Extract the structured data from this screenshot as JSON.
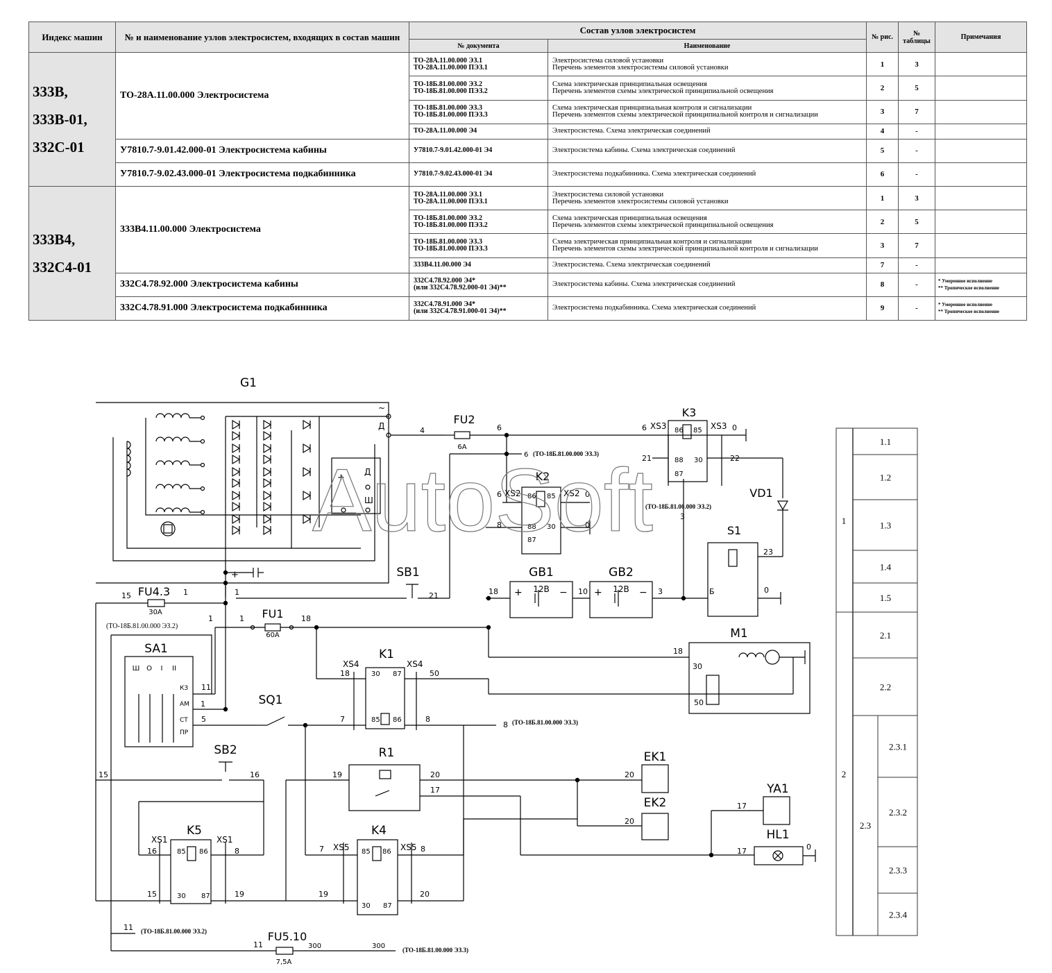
{
  "table": {
    "headers": {
      "index": "Индекс машин",
      "unit": "№ и наименование узлов электросистем, входящих в состав машин",
      "composition": "Состав узлов электросистем",
      "doc_no": "№ документа",
      "name": "Наименование",
      "fig_no": "№ рис.",
      "table_no": "№ таблицы",
      "notes": "Примечания"
    },
    "groups": [
      {
        "index": "333В, 333В-01, 332С-01",
        "units": [
          {
            "name": "ТО-28А.11.00.000 Электросистема",
            "rows": [
              {
                "doc": "ТО-28А.11.00.000 ЭЗ.1\nТО-28А.11.00.000 ПЭЗ.1",
                "name": "Электросистема силовой установки\nПеречень элементов электросистемы силовой установки",
                "fig": "1",
                "tab": "3",
                "note": ""
              },
              {
                "doc": "ТО-18Б.81.00.000 ЭЗ.2\nТО-18Б.81.00.000 ПЭЗ.2",
                "name": "Схема электрическая принципиальная освещения\nПеречень элементов схемы электрической принципиальной освещения",
                "fig": "2",
                "tab": "5",
                "note": ""
              },
              {
                "doc": "ТО-18Б.81.00.000 ЭЗ.3\nТО-18Б.81.00.000 ПЭЗ.3",
                "name": "Схема электрическая принципиальная контроля и сигнализации\nПеречень элементов схемы электрической принципиальной контроля и сигнализации",
                "fig": "3",
                "tab": "7",
                "note": ""
              },
              {
                "doc": "ТО-28А.11.00.000 Э4",
                "name": "Электросистема. Схема электрическая соединений",
                "fig": "4",
                "tab": "-",
                "note": ""
              }
            ]
          },
          {
            "name": "У7810.7-9.01.42.000-01 Электросистема кабины",
            "rows": [
              {
                "doc": "У7810.7-9.01.42.000-01 Э4",
                "name": "Электросистема кабины. Схема электрическая соединений",
                "fig": "5",
                "tab": "-",
                "note": ""
              }
            ]
          },
          {
            "name": "У7810.7-9.02.43.000-01 Электросистема подкабинника",
            "rows": [
              {
                "doc": "У7810.7-9.02.43.000-01 Э4",
                "name": "Электросистема подкабинника. Схема электрическая соединений",
                "fig": "6",
                "tab": "-",
                "note": ""
              }
            ]
          }
        ]
      },
      {
        "index": "333В4, 332С4-01",
        "units": [
          {
            "name": "333В4.11.00.000 Электросистема",
            "rows": [
              {
                "doc": "ТО-28А.11.00.000 ЭЗ.1\nТО-28А.11.00.000 ПЭЗ.1",
                "name": "Электросистема силовой установки\nПеречень элементов электросистемы силовой установки",
                "fig": "1",
                "tab": "3",
                "note": ""
              },
              {
                "doc": "ТО-18Б.81.00.000 ЭЗ.2\nТО-18Б.81.00.000 ПЭЗ.2",
                "name": "Схема электрическая принципиальная освещения\nПеречень элементов схемы электрической принципиальной освещения",
                "fig": "2",
                "tab": "5",
                "note": ""
              },
              {
                "doc": "ТО-18Б.81.00.000 ЭЗ.3\nТО-18Б.81.00.000 ПЭЗ.3",
                "name": "Схема электрическая принципиальная контроля и сигнализации\nПеречень элементов схемы электрической принципиальной контроля и сигнализации",
                "fig": "3",
                "tab": "7",
                "note": ""
              },
              {
                "doc": "333В4.11.00.000 Э4",
                "name": "Электросистема. Схема электрическая соединений",
                "fig": "7",
                "tab": "-",
                "note": ""
              }
            ]
          },
          {
            "name": "332С4.78.92.000 Электросистема кабины",
            "rows": [
              {
                "doc": "332С4.78.92.000 Э4*\n(или 332С4.78.92.000-01 Э4)**",
                "name": "Электросистема кабины. Схема электрическая соединений",
                "fig": "8",
                "tab": "-",
                "note": "* Умеренное исполнение\n** Тропическое исполнение"
              }
            ]
          },
          {
            "name": "332С4.78.91.000 Электросистема подкабинника",
            "rows": [
              {
                "doc": "332С4.78.91.000 Э4*\n(или 332С4.78.91.000-01 Э4)**",
                "name": "Электросистема подкабинника. Схема электрическая соединений",
                "fig": "9",
                "tab": "-",
                "note": "* Умеренное исполнение\n** Тропическое исполнение"
              }
            ]
          }
        ]
      }
    ]
  },
  "diagram": {
    "watermark": "AutoSoft",
    "components": {
      "G1": "G1",
      "FU2": "FU2",
      "FU2_rating": "6А",
      "K3": "K3",
      "K2": "K2",
      "VD1": "VD1",
      "S1": "S1",
      "SB1": "SB1",
      "FU4": "FU4.3",
      "FU4_rating": "30А",
      "FU1": "FU1",
      "FU1_rating": "60А",
      "GB1": "GB1",
      "GB2": "GB2",
      "GB_voltage": "12В",
      "M1": "M1",
      "SA1": "SA1",
      "K1": "K1",
      "SQ1": "SQ1",
      "SB2": "SB2",
      "R1": "R1",
      "EK1": "EK1",
      "EK2": "EK2",
      "YA1": "YA1",
      "HL1": "HL1",
      "K5": "K5",
      "K4": "K4",
      "FU5": "FU5.10",
      "FU5_rating": "7,5А"
    },
    "connectors": {
      "XS1": "XS1",
      "XS2": "XS2",
      "XS3": "XS3",
      "XS4": "XS4",
      "XS5": "XS5"
    },
    "refs": {
      "ref_e33": "(ТО-18Б.81.00.000 ЭЗ.3)",
      "ref_e32": "(ТО-18Б.81.00.000 ЭЗ.2)"
    },
    "sa1_positions": [
      "Ш",
      "О",
      "І",
      "ІІ"
    ],
    "sa1_terminals": [
      "КЗ",
      "АМ",
      "СТ",
      "ПР"
    ],
    "g1_terminals": {
      "d": "Д",
      "sh": "Ш"
    },
    "s1_terminal_b": "Б",
    "index_panel": {
      "level1": [
        {
          "label": "1"
        },
        {
          "label": "2"
        }
      ],
      "level1_sub": [
        "1.1",
        "1.2",
        "1.3",
        "1.4",
        "1.5",
        "2.1",
        "2.2"
      ],
      "level2": "2.3",
      "level2_sub": [
        "2.3.1",
        "2.3.2",
        "2.3.3",
        "2.3.4"
      ]
    }
  }
}
